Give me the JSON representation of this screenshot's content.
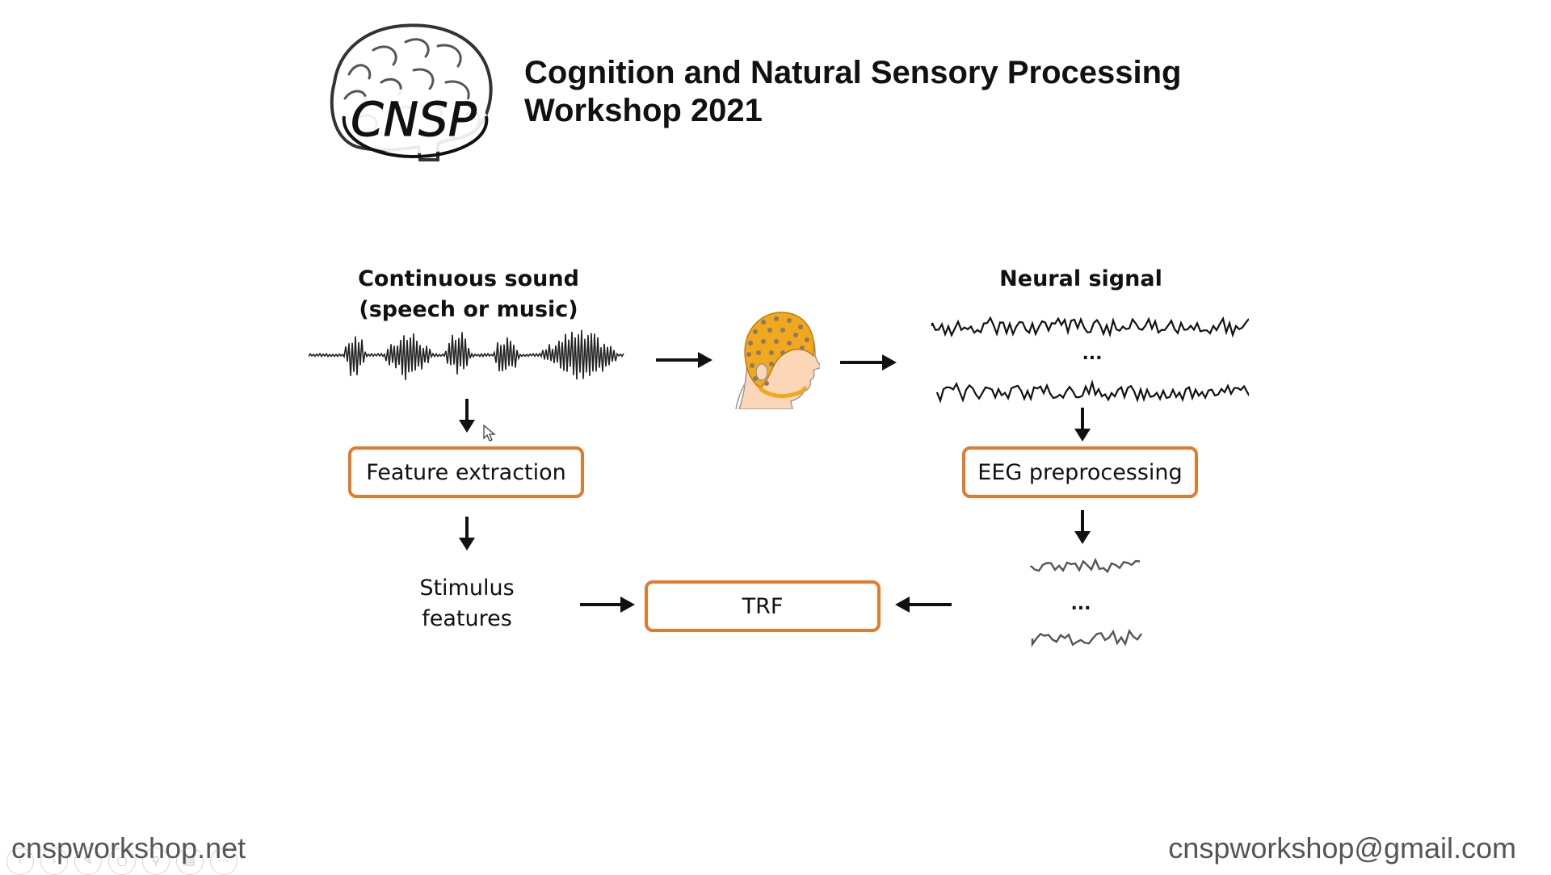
{
  "header": {
    "logo_text": "CNSP",
    "title_line1": "Cognition and Natural Sensory Processing",
    "title_line2": "Workshop 2021"
  },
  "diagram": {
    "sound_label_line1": "Continuous sound",
    "sound_label_line2": "(speech or music)",
    "neural_label": "Neural signal",
    "neural_ellipsis": "...",
    "processed_ellipsis": "...",
    "feature_extraction": "Feature extraction",
    "eeg_preprocessing": "EEG preprocessing",
    "stimulus_line1": "Stimulus",
    "stimulus_line2": "features",
    "trf": "TRF"
  },
  "footer": {
    "website": "cnspworkshop.net",
    "email": "cnspworkshop@gmail.com"
  },
  "player_controls": [
    "prev-icon",
    "next-icon",
    "pen-icon",
    "slides-icon",
    "zoom-icon",
    "subtitles-icon",
    "more-icon"
  ],
  "colors": {
    "box_border": "#e07b2e",
    "cap": "#f2a81d",
    "skin": "#fbd7b8",
    "footer_text": "#555555"
  }
}
